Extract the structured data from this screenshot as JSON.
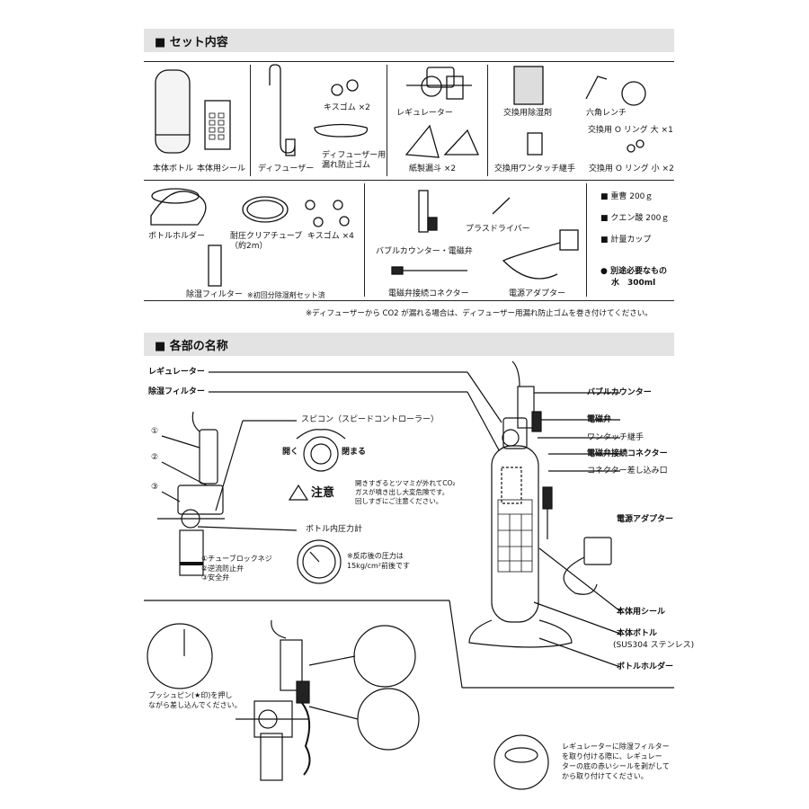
{
  "set": {
    "header": "■ セット内容",
    "items": {
      "bottle": "本体ボトル",
      "sticker": "本体用シール",
      "diffuser": "ディフューザー",
      "kiss_rubber2": "キスゴム ×2",
      "leak_rubber": "ディフューザー用\n漏れ防止ゴム",
      "regulator": "レギュレーター",
      "funnel": "紙製漏斗 ×2",
      "desiccant": "交換用除湿剤",
      "hex_wrench": "六角レンチ",
      "oring_large": "交換用 O リング 大 ×1",
      "one_touch": "交換用ワンタッチ継手",
      "oring_small": "交換用 O リング 小 ×2",
      "holder": "ボトルホルダー",
      "tube": "耐圧クリアチューブ\n（約2m）",
      "kiss_rubber4": "キスゴム ×4",
      "bubble_valve": "バブルカウンター・電磁弁",
      "screwdriver": "プラスドライバー",
      "filter": "除湿フィルター",
      "filter_note": "※初回分除湿剤セット済",
      "connector": "電磁弁接続コネクター",
      "adapter": "電源アダプター"
    },
    "consumables": [
      "■ 重曹 200ｇ",
      "■ クエン酸 200ｇ",
      "■ 計量カップ"
    ],
    "separate_title": "● 別途必要なもの",
    "separate_item": "水　300ml",
    "footnote": "※ディフューザーから CO2 が漏れる場合は、ディフューザー用漏れ防止ゴムを巻き付けてください。"
  },
  "parts": {
    "header": "■ 各部の名称",
    "regulator": "レギュレーター",
    "filter": "除湿フィルター",
    "n1": "①",
    "n2": "②",
    "n3": "③",
    "speed_controller": "スピコン（スピードコントローラー）",
    "open": "開く",
    "close": "閉まる",
    "caution": "注意",
    "caution_text": "開きすぎるとツマミが外れてCO₂\nガスが噴き出し大変危険です。\n回しすぎにご注意ください。",
    "gauge": "ボトル内圧力計",
    "legend": "①チューブロックネジ\n②逆流防止弁\n③安全弁",
    "pressure_note": "※反応後の圧力は\n15kg/cm²前後です",
    "bubble_counter": "バブルカウンター",
    "solenoid": "電磁弁",
    "one_touch": "ワンタッチ継手",
    "solenoid_connector": "電磁弁接続コネクター",
    "connector_inlet": "コネクター差し込み口",
    "adapter": "電源アダプター",
    "sticker": "本体用シール",
    "bottle": "本体ボトル",
    "bottle_material": "(SUS304 ステンレス)",
    "holder": "ボトルホルダー",
    "push_note": "プッシュピン(★印)を押し\nながら差し込んでください。",
    "filter_note": "レギュレーターに除湿フィルター\nを取り付ける際に、レギュレー\nターの底の赤いシールを剥がして\nから取り付けてください。"
  }
}
